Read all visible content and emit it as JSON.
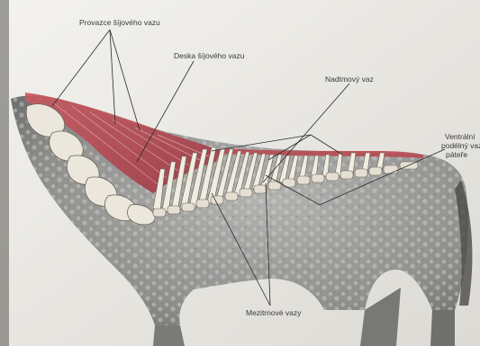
{
  "labels": {
    "provazce": "Provazce šíjového vazu",
    "deska": "Deska šíjového vazu",
    "nadtmovy": "Nadtmový vaz",
    "ventralni_line1": "Ventrální",
    "ventralni_line2": "podélný vaz",
    "ventralni_line3": "páteře",
    "mezitrnove": "Mezitrnové vazy"
  },
  "colors": {
    "paper": "#ecebe7",
    "horse_coat": "#9a9a98",
    "ligament_red": "#b84a52",
    "bone": "#e8e4d8",
    "leader_line": "#2b2b2b",
    "label_text": "#3a3a3a"
  }
}
